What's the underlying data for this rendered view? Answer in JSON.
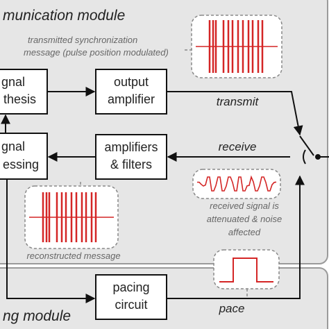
{
  "colors": {
    "panel_fill": "#e6e6e6",
    "panel_stroke": "#9a9a9a",
    "signal_red": "#d42525",
    "wire": "#111111",
    "note_text": "#666666"
  },
  "modules": {
    "communication_title": "munication module",
    "pacing_title": "ng module"
  },
  "blocks": {
    "synthesis": {
      "line1": "gnal",
      "line2": "thesis"
    },
    "output_amplifier": {
      "line1": "output",
      "line2": "amplifier"
    },
    "processing": {
      "line1": "gnal",
      "line2": "essing"
    },
    "amplifiers_filters": {
      "line1": "amplifiers",
      "line2": "& filters"
    },
    "pacing_circuit": {
      "line1": "pacing",
      "line2": "circuit"
    }
  },
  "signals": {
    "transmit": "transmit",
    "receive": "receive",
    "pace": "pace"
  },
  "annotations": {
    "transmitted": {
      "line1": "transmitted synchronization",
      "line2": "message (pulse position modulated)"
    },
    "received": {
      "line1": "received signal is",
      "line2": "attenuated & noise",
      "line3": "affected"
    },
    "reconstructed": "reconstructed message"
  },
  "icons": {
    "switch": "switch-symbol",
    "pulse_train": "pulse-train-icon",
    "noisy_signal": "noisy-signal-icon",
    "pace_pulse": "pace-pulse-icon"
  }
}
